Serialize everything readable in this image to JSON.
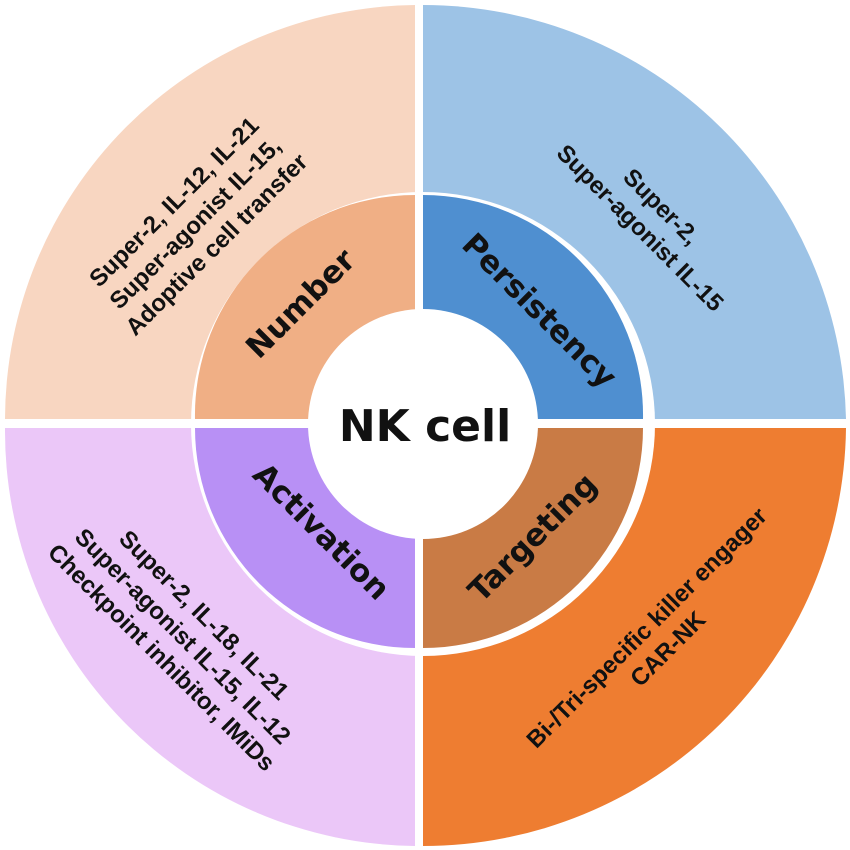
{
  "center": {
    "label": "NK cell"
  },
  "quadrants": [
    {
      "id": "number",
      "label": "Number",
      "inner_color": "#F0AF85",
      "outer_color": "#F8D6C1",
      "outer_lines": [
        "Super-2, IL-12, IL-21",
        "Super-agonist IL-15,",
        "Adoptive cell transfer"
      ]
    },
    {
      "id": "persistency",
      "label": "Persistency",
      "inner_color": "#4F8FD0",
      "outer_color": "#9DC3E6",
      "outer_lines": [
        "Super-2,",
        "Super-agonist IL-15"
      ]
    },
    {
      "id": "activation",
      "label": "Activation",
      "inner_color": "#B890F5",
      "outer_color": "#EBC7F8",
      "outer_lines": [
        "Super-2, IL-18, IL-21",
        "Super-agonist IL-15, IL-12",
        "Checkpoint inhibitor, IMiDs"
      ]
    },
    {
      "id": "targeting",
      "label": "Targeting",
      "inner_color": "#C97B45",
      "outer_color": "#EE7D31",
      "outer_lines": [
        "Bi-/Tri-specific killer engager",
        "CAR-NK"
      ]
    }
  ]
}
